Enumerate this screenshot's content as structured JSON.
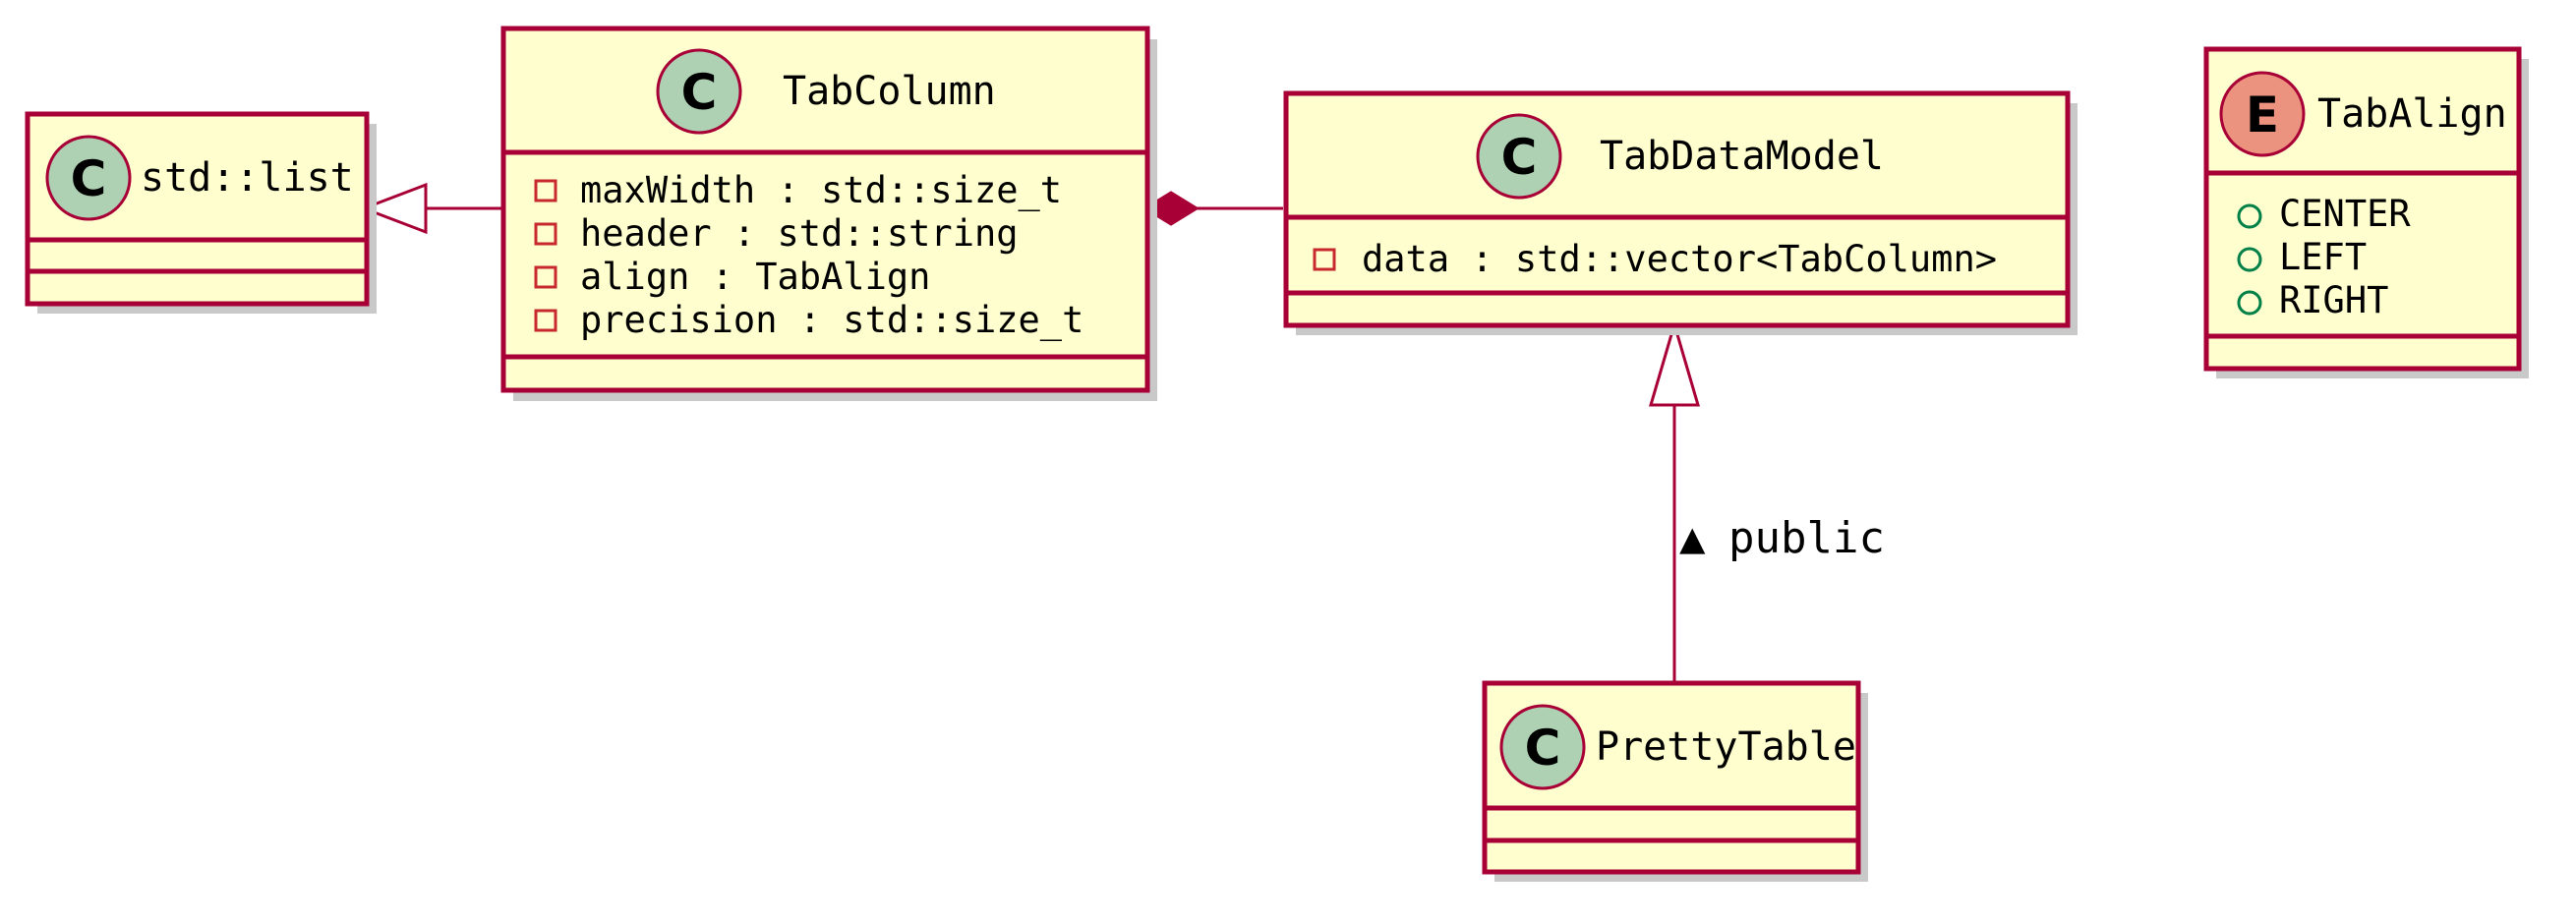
{
  "classes": {
    "std_list": {
      "stereotype_letter": "C",
      "name": "std::list",
      "members": []
    },
    "tab_column": {
      "stereotype_letter": "C",
      "name": "TabColumn",
      "members": [
        "maxWidth : std::size_t",
        "header : std::string",
        "align : TabAlign",
        "precision : std::size_t"
      ]
    },
    "tab_data_model": {
      "stereotype_letter": "C",
      "name": "TabDataModel",
      "members": [
        "data : std::vector<TabColumn>"
      ]
    },
    "pretty_table": {
      "stereotype_letter": "C",
      "name": "PrettyTable",
      "members": []
    },
    "tab_align": {
      "stereotype_letter": "E",
      "name": "TabAlign",
      "members": [
        "CENTER",
        "LEFT",
        "RIGHT"
      ]
    }
  },
  "relations": {
    "inheritance_label": "public",
    "inheritance_label_marker": "▲"
  },
  "colors": {
    "box_fill": "#FEFECE",
    "border": "#A80036",
    "class_badge": "#ADD1B2",
    "enum_badge": "#EB937F",
    "private_marker": "#C82930",
    "public_marker": "#038048"
  }
}
